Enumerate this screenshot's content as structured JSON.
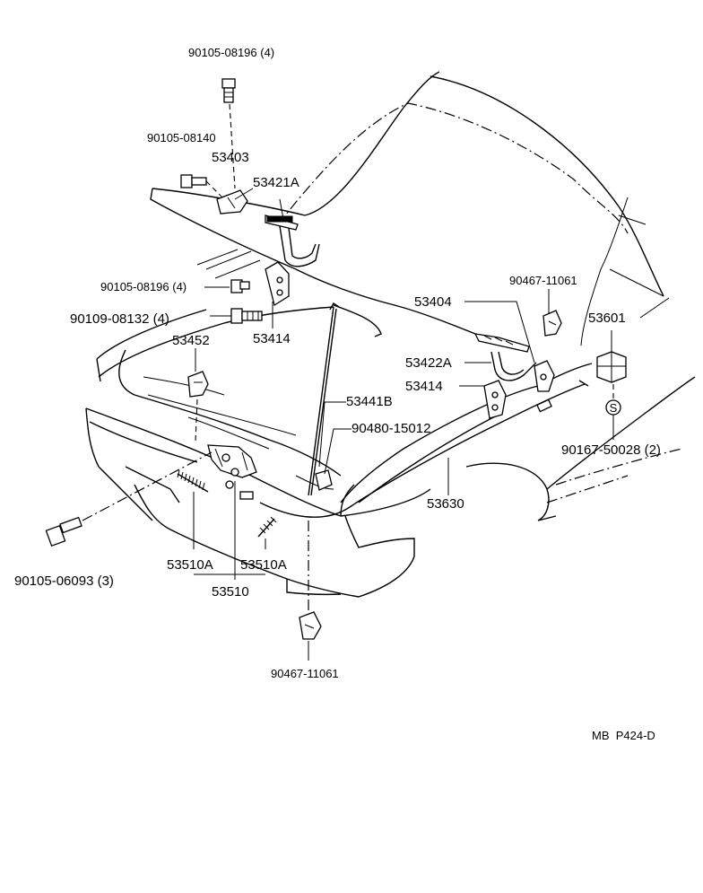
{
  "labels": {
    "p90105_08196_top": "90105-08196 (4)",
    "p90105_08140": "90105-08140",
    "p53403": "53403",
    "p53421A": "53421A",
    "p90105_08196_mid": "90105-08196 (4)",
    "p90109_08132": "90109-08132 (4)",
    "p53414_left": "53414",
    "p53452": "53452",
    "p53441B": "53441B",
    "p90480_15012": "90480-15012",
    "p53404": "53404",
    "p90467_11061_top": "90467-11061",
    "p53601": "53601",
    "p53422A": "53422A",
    "p53414_right": "53414",
    "p90167_50028": "90167-50028 (2)",
    "p53630": "53630",
    "p90105_06093": "90105-06093 (3)",
    "p53510A_left": "53510A",
    "p53510A_right": "53510A",
    "p53510": "53510",
    "p90467_11061_bottom": "90467-11061",
    "washer_mark": "S",
    "ref_code": "MB  P424-D"
  }
}
